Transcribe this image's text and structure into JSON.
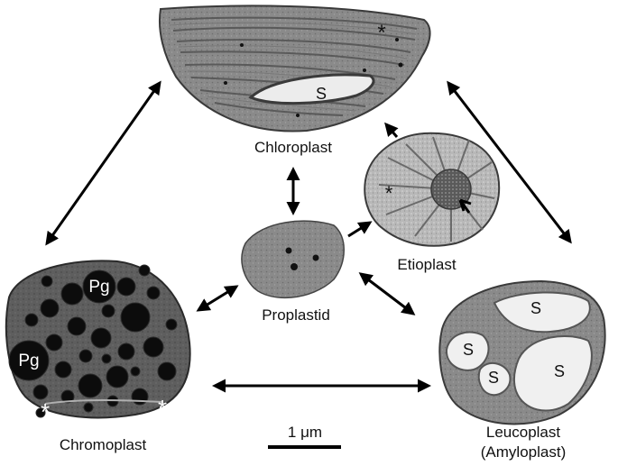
{
  "labels": {
    "chloroplast": "Chloroplast",
    "etioplast": "Etioplast",
    "proplastid": "Proplastid",
    "chromoplast": "Chromoplast",
    "leucoplast_line1": "Leucoplast",
    "leucoplast_line2": "(Amyloplast)"
  },
  "scale_bar": {
    "label": "1 μm"
  },
  "markers": {
    "starch": "S",
    "plastoglobule": "Pg",
    "asterisk": "*"
  }
}
